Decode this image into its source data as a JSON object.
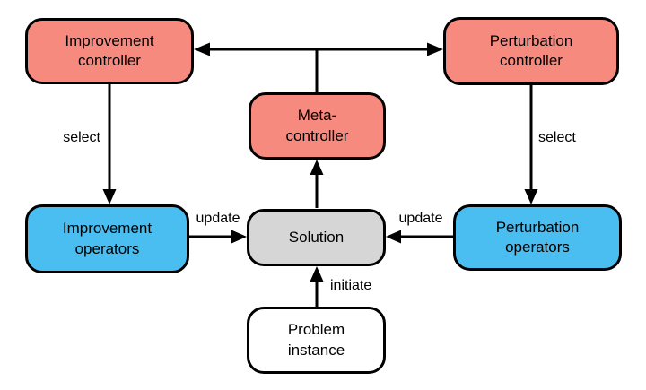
{
  "colors": {
    "background": "#FFFFFF",
    "stroke": "#000000",
    "label_text": "#000000",
    "controller_fill": "#F78A7E",
    "operator_fill": "#4ABEF1",
    "solution_fill": "#D6D6D6",
    "instance_fill": "#FFFFFF"
  },
  "nodes": {
    "improvement_controller": {
      "label": "Improvement\ncontroller",
      "type": "controller"
    },
    "perturbation_controller": {
      "label": "Perturbation\ncontroller",
      "type": "controller"
    },
    "meta_controller": {
      "label": "Meta-\ncontroller",
      "type": "controller"
    },
    "improvement_operators": {
      "label": "Improvement\noperators",
      "type": "operator"
    },
    "perturbation_operators": {
      "label": "Perturbation\noperators",
      "type": "operator"
    },
    "solution": {
      "label": "Solution",
      "type": "solution"
    },
    "problem_instance": {
      "label": "Problem\ninstance",
      "type": "instance"
    }
  },
  "edges": {
    "controllers_link": {
      "from": "improvement_controller",
      "to": "perturbation_controller",
      "label": "",
      "arrowheads": "both"
    },
    "meta_to_controllers": {
      "from": "meta_controller",
      "to": "controllers_link",
      "label": "",
      "arrowheads": "none"
    },
    "select_left": {
      "from": "improvement_controller",
      "to": "improvement_operators",
      "label": "select",
      "arrowheads": "forward"
    },
    "select_right": {
      "from": "perturbation_controller",
      "to": "perturbation_operators",
      "label": "select",
      "arrowheads": "forward"
    },
    "update_left": {
      "from": "improvement_operators",
      "to": "solution",
      "label": "update",
      "arrowheads": "forward"
    },
    "update_right": {
      "from": "perturbation_operators",
      "to": "solution",
      "label": "update",
      "arrowheads": "forward"
    },
    "solution_to_meta": {
      "from": "solution",
      "to": "meta_controller",
      "label": "",
      "arrowheads": "forward"
    },
    "initiate": {
      "from": "problem_instance",
      "to": "solution",
      "label": "initiate",
      "arrowheads": "forward"
    }
  }
}
